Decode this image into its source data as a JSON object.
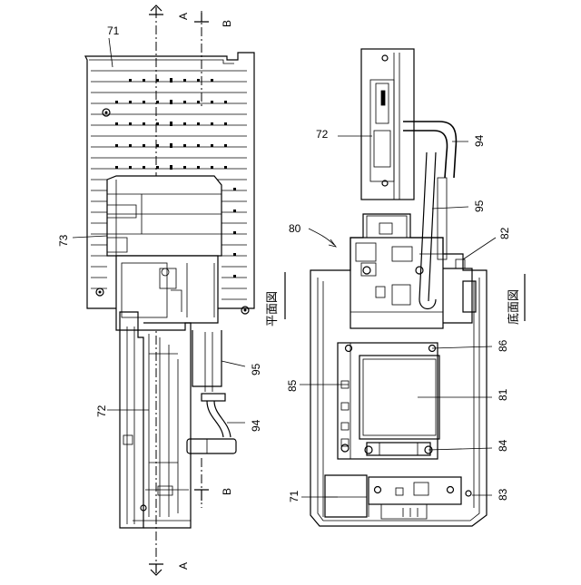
{
  "section_marks": {
    "a": "A",
    "b": "B"
  },
  "ref_numerals": {
    "n71": "71",
    "n72": "72",
    "n73": "73",
    "n80": "80",
    "n81": "81",
    "n82": "82",
    "n83": "83",
    "n84": "84",
    "n85": "85",
    "n86": "86",
    "n94": "94",
    "n95": "95"
  },
  "view_labels": {
    "plan": "平面図",
    "bottom": "底面図"
  },
  "colors": {
    "ink": "#000000",
    "paper": "#ffffff"
  }
}
